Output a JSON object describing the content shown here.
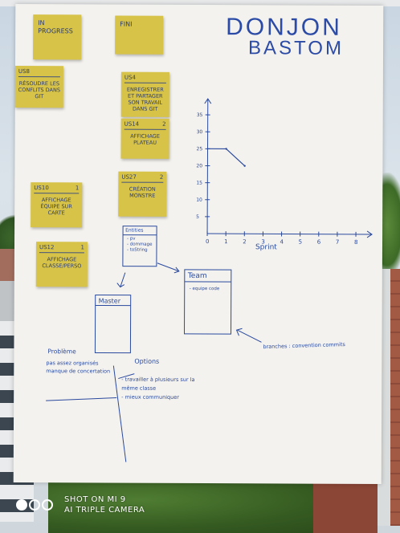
{
  "board": {
    "title_line1": "DONJON",
    "title_line2": "BASTOM"
  },
  "columns": {
    "in_progress": "IN PROGRESS",
    "done": "FINI"
  },
  "postits": [
    {
      "id": "US8",
      "points": "",
      "text": "RÉSOUDRE LES CONFLITS DANS GIT"
    },
    {
      "id": "US4",
      "points": "",
      "text": "ENREGISTRER ET PARTAGER SON TRAVAIL DANS GIT"
    },
    {
      "id": "US14",
      "points": "2",
      "text": "AFFICHAGE PLATEAU"
    },
    {
      "id": "US27",
      "points": "2",
      "text": "CRÉATION MONSTRE"
    },
    {
      "id": "US10",
      "points": "1",
      "text": "AFFICHAGE ÉQUIPE SUR CARTE"
    },
    {
      "id": "US12",
      "points": "1",
      "text": "AFFICHAGE CLASSE/PERSO"
    }
  ],
  "chart_data": {
    "type": "line",
    "x": [
      1,
      2
    ],
    "values": [
      25,
      20
    ],
    "x_ticks": [
      "0",
      "1",
      "2",
      "3",
      "4",
      "5",
      "6",
      "7",
      "8"
    ],
    "y_ticks": [
      "5",
      "10",
      "15",
      "20",
      "25",
      "30",
      "35"
    ],
    "xlabel": "Sprint",
    "ylabel": "",
    "xlim": [
      0,
      8
    ],
    "ylim": [
      0,
      35
    ]
  },
  "diagram": {
    "entity_title": "Entities",
    "entity_items": [
      "- pv",
      "- dommage",
      "- toString"
    ],
    "master_title": "Master",
    "team_title": "Team",
    "team_items": [
      "- equipe code"
    ],
    "team_note": "branches : convention commits"
  },
  "notes": {
    "problems_title": "Problème",
    "problems_text": "pas assez organisés manque de concertation",
    "options_title": "Options",
    "options_items": [
      "- travailler à plusieurs sur la même classe",
      "- mieux communiquer"
    ]
  },
  "camera": {
    "line1": "SHOT ON MI 9",
    "line2": "AI TRIPLE CAMERA"
  },
  "colors": {
    "ink": "#2a4a9e",
    "postit": "#d7c347",
    "paper": "#f4f2ee"
  }
}
